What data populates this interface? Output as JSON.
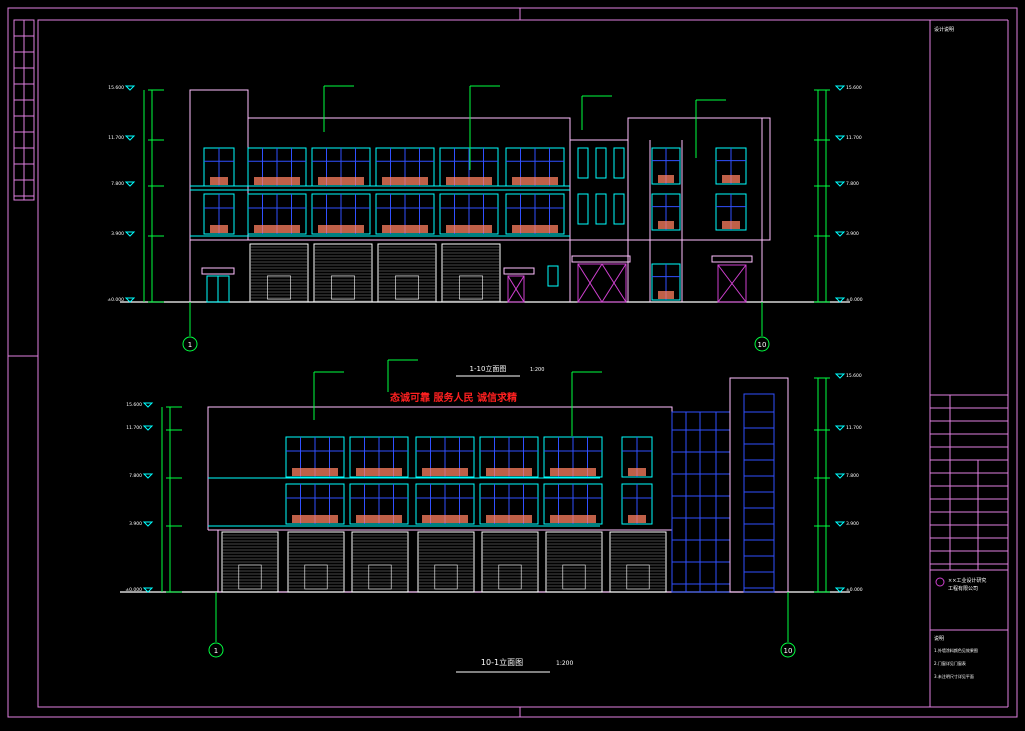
{
  "colors": {
    "background": "#000000",
    "frame": "#e080e0",
    "outline": "#ffc0ff",
    "window": "#00ffff",
    "mullion": "#3050ff",
    "sill": "#ff8060",
    "leader": "#00ff40",
    "door": "#d040d0",
    "slogan": "#ff2020",
    "text": "#ffffff"
  },
  "icons": {
    "axis_marker": "circle-axis-icon",
    "level_marker": "triangle-level-icon"
  },
  "slogan": "态诚可靠  服务人民  诚信求精",
  "elevation_top": {
    "title": "1-10立面图",
    "scale": "1:200"
  },
  "elevation_bottom": {
    "title": "10-1立面图",
    "scale": "1:200"
  },
  "axis_labels": {
    "start": "1",
    "end": "10"
  },
  "levels": [
    "±0.000",
    "3.900",
    "7.800",
    "11.700",
    "15.600"
  ],
  "title_block": {
    "header": "设计说明",
    "company_line1": "××工业设计研究",
    "company_line2": "工程有限公司",
    "notes_title": "说明",
    "notes": [
      "1.外墙涂料颜色见效果图",
      "2.门窗详见门窗表",
      "3.未注明尺寸详见平面"
    ]
  }
}
